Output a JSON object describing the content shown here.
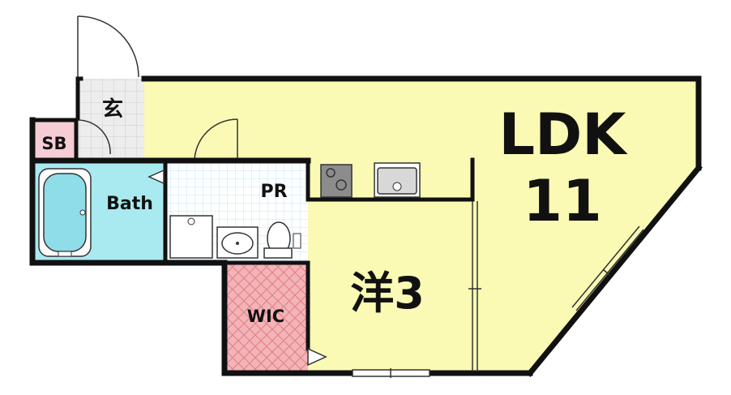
{
  "rooms": {
    "ldk": {
      "label": "LDK",
      "size": "11"
    },
    "western": {
      "label": "洋3"
    },
    "entrance": {
      "label": "玄"
    },
    "sb": {
      "label": "SB"
    },
    "bath": {
      "label": "Bath"
    },
    "pr": {
      "label": "PR"
    },
    "wic": {
      "label": "WIC"
    }
  },
  "colors": {
    "living": "#fafab4",
    "wall": "#111111",
    "bath": "#a8eaf0",
    "tile": "#bfe9f5",
    "wic": "#f3b4b8",
    "sb": "#f6cdd4",
    "floor_tile": "#dcdcdc"
  }
}
